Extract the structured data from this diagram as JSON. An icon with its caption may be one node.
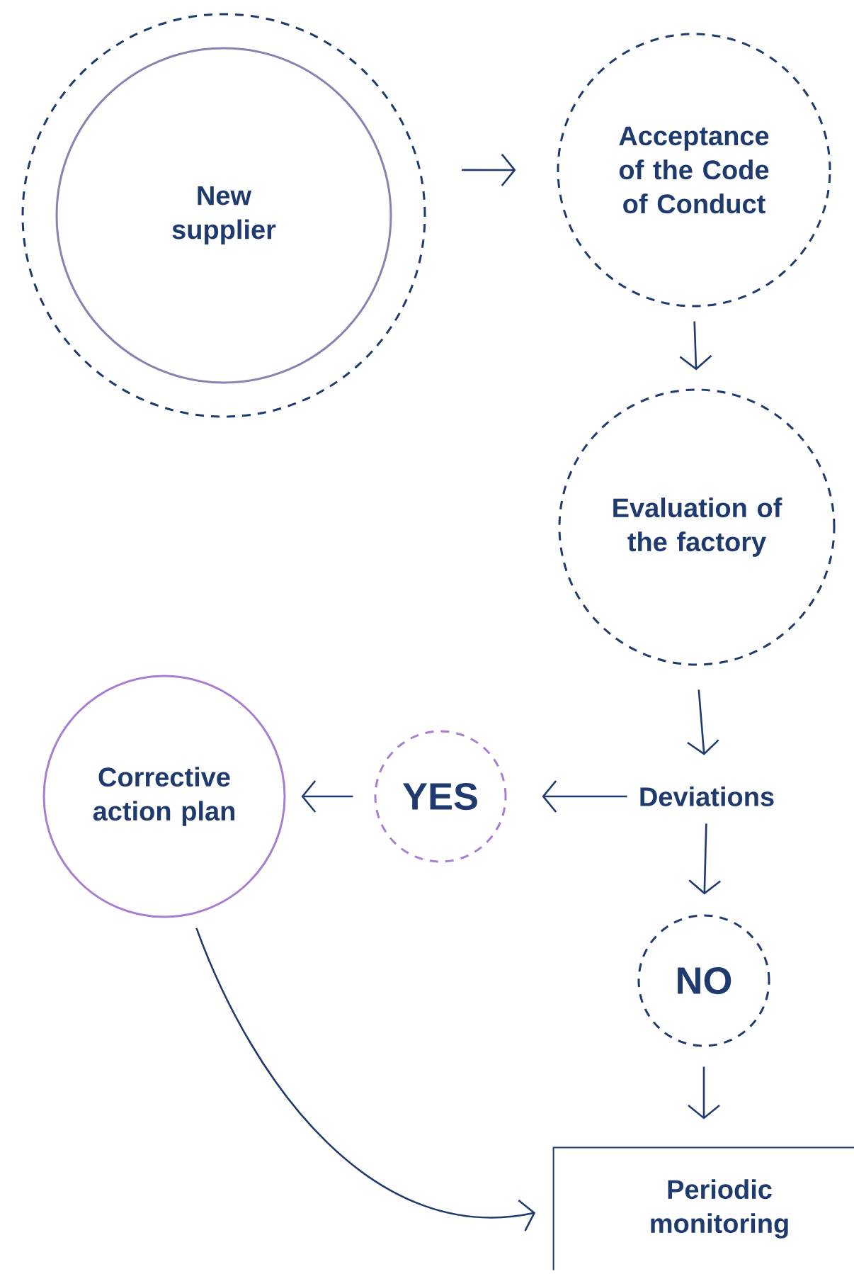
{
  "diagram": {
    "nodes": [
      {
        "text": [],
        "shape": "circle"
      },
      {
        "text": [
          "New supplier"
        ],
        "in": 0
      },
      {
        "text": [
          "Acceptance of the Code of Conduct"
        ]
      },
      {
        "text": [
          "Evaluation of the factory"
        ]
      },
      {
        "text": [
          "Deviations"
        ]
      },
      {
        "text": [
          "YES"
        ]
      },
      {
        "text": [
          "Corrective action plan"
        ]
      },
      {
        "text": [
          "NO"
        ]
      },
      {
        "text": [
          "Periodic monitoring"
        ]
      }
    ],
    "edges": [
      {
        "from": 0,
        "to": 2,
        "arrow": "to"
      },
      {
        "from": 2,
        "to": 3,
        "arrow": "to"
      },
      {
        "from": 3,
        "to": 4,
        "arrow": "to"
      },
      {
        "from": 4,
        "to": 5,
        "arrow": "to"
      },
      {
        "from": 5,
        "to": 6,
        "arrow": "to"
      },
      {
        "from": 4,
        "to": 7,
        "arrow": "to"
      },
      {
        "from": 7,
        "to": 8,
        "arrow": "to"
      },
      {
        "from": 6,
        "to": 8,
        "arrow": "to"
      }
    ]
  }
}
